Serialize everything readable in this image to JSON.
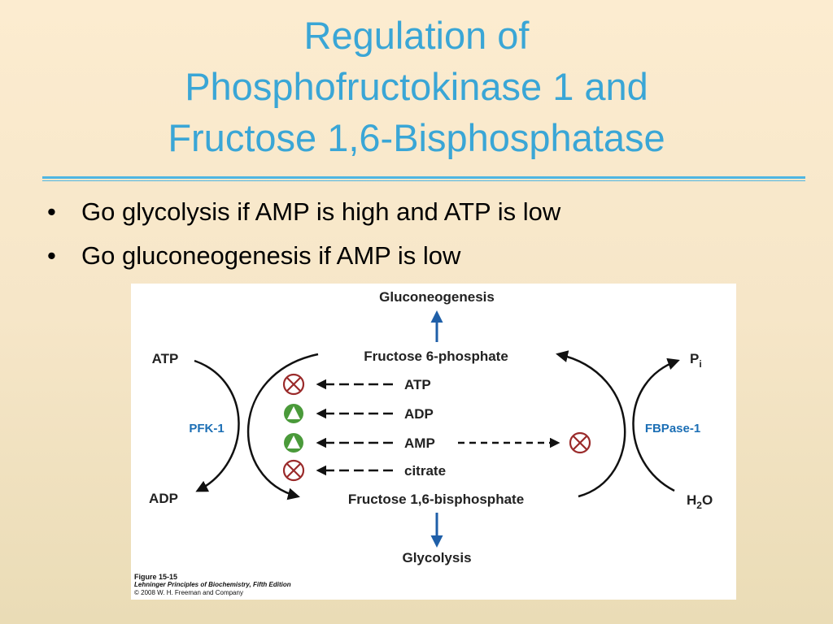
{
  "slide": {
    "title_lines": [
      "Regulation of",
      "Phosphofructokinase 1 and",
      "Fructose 1,6-Bisphosphatase"
    ],
    "bullets": [
      "Go glycolysis if AMP is high and ATP is low",
      "Go gluconeogenesis if AMP is low"
    ],
    "bullet_glyph": "•"
  },
  "diagram": {
    "top_product": "Gluconeogenesis",
    "bottom_product": "Glycolysis",
    "f6p": "Fructose 6-phosphate",
    "f16bp": "Fructose 1,6-bisphosphate",
    "left_enzyme": "PFK-1",
    "left_in": "ATP",
    "left_out": "ADP",
    "right_enzyme": "FBPase-1",
    "right_out_main": "P",
    "right_out_sub": "i",
    "right_in_main": "H",
    "right_in_sub": "2",
    "right_in_tail": "O",
    "effectors": [
      {
        "label": "ATP",
        "pfk_effect": "inhibit"
      },
      {
        "label": "ADP",
        "pfk_effect": "activate"
      },
      {
        "label": "AMP",
        "pfk_effect": "activate",
        "fbpase_effect": "inhibit"
      },
      {
        "label": "citrate",
        "pfk_effect": "inhibit"
      }
    ],
    "colors": {
      "enzyme_label": "#1c6fb5",
      "arrow_blue": "#1f5fa8",
      "inhibit": "#9a2a2a",
      "activate": "#4a9a3a"
    }
  },
  "caption": {
    "figure_number": "Figure 15-15",
    "book": "Lehninger Principles of Biochemistry, Fifth Edition",
    "copyright": "© 2008 W. H. Freeman and Company"
  }
}
